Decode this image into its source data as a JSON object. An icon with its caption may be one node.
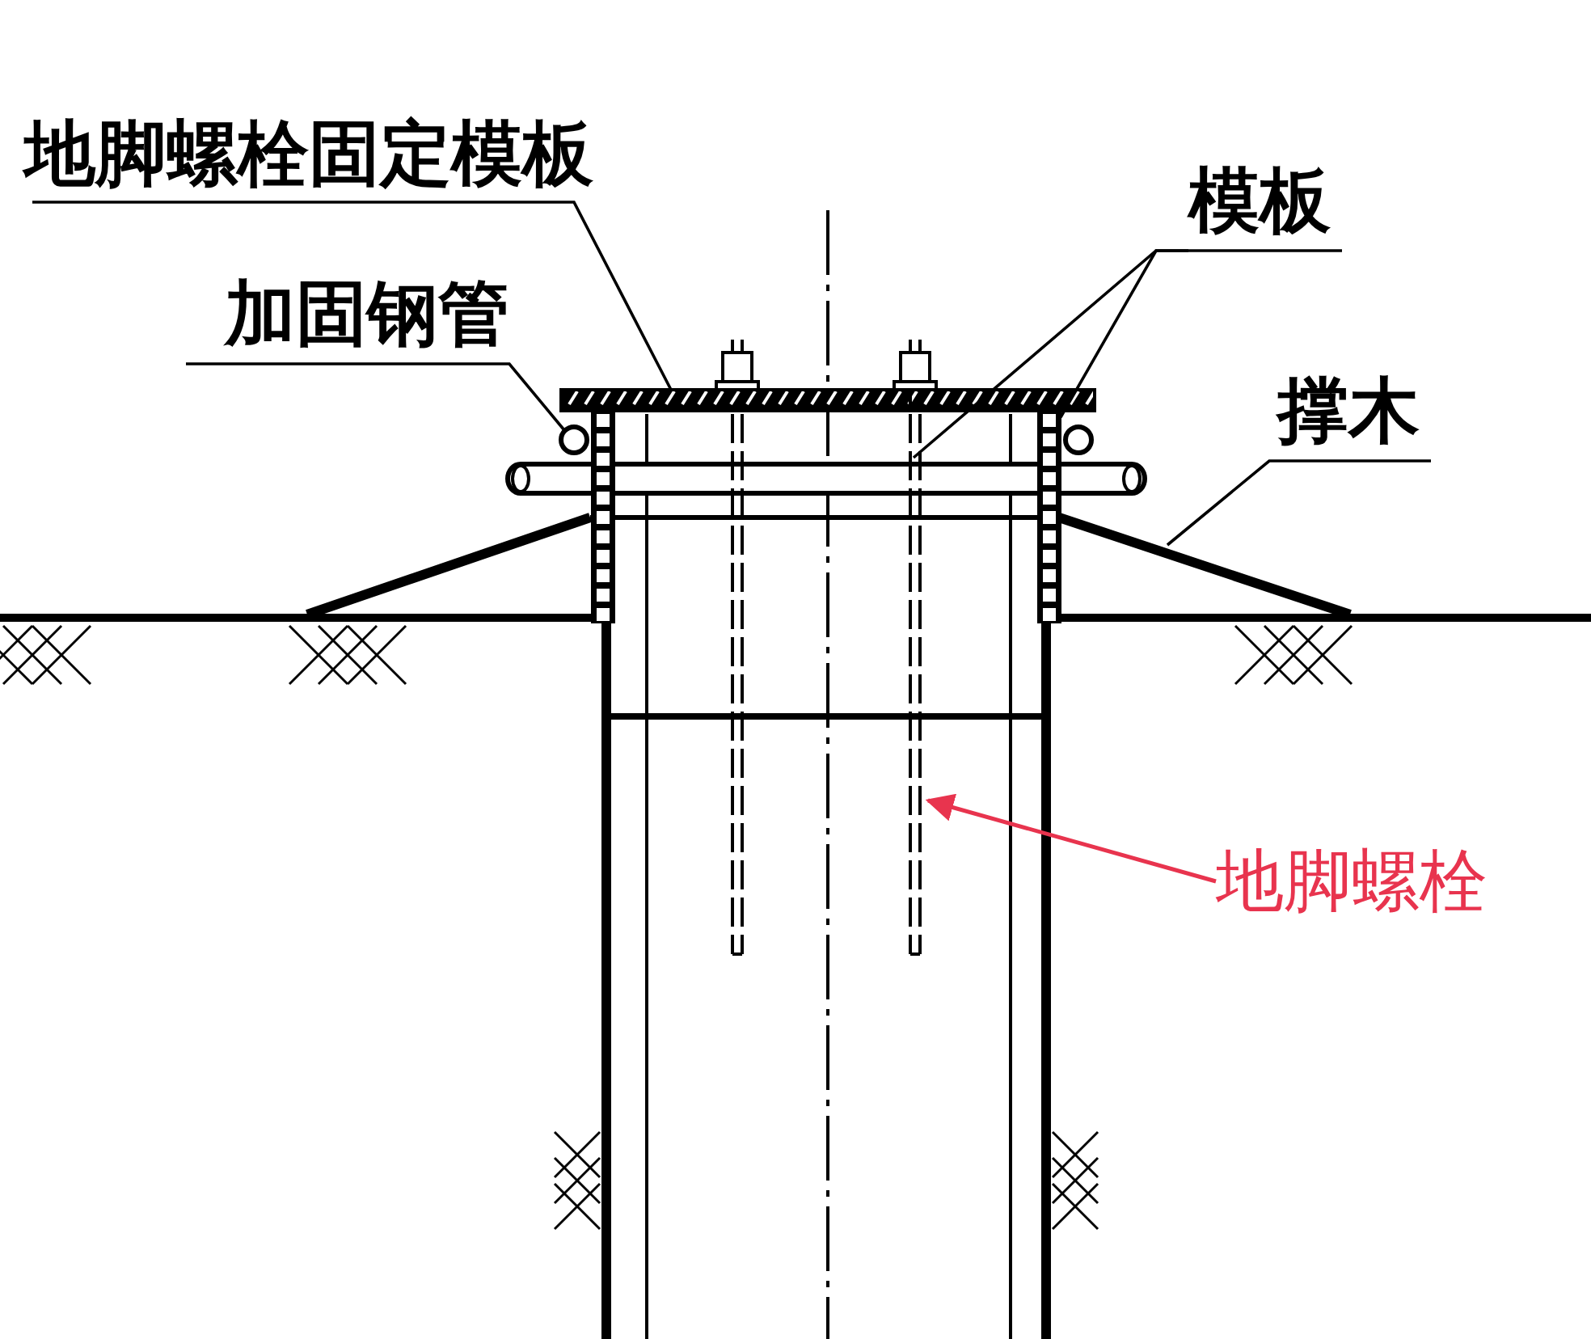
{
  "diagram": {
    "nodes": [
      {
        "text": [
          "地脚螺栓固定模板"
        ]
      },
      {
        "text": [],
        "shape": "bar"
      },
      {
        "text": [
          "模板"
        ]
      },
      {
        "text": [],
        "shape": "bar"
      },
      {
        "text": [
          "加固钢管"
        ]
      },
      {
        "text": [],
        "shape": "circle"
      },
      {
        "text": [
          "撑木"
        ]
      },
      {
        "text": [],
        "shape": "bar"
      },
      {
        "text": [
          "地脚螺栓"
        ]
      },
      {
        "text": [],
        "shape": "bar"
      }
    ],
    "edges": [
      {
        "from": 0,
        "to": 1,
        "arrow": "none"
      },
      {
        "from": 2,
        "to": 9,
        "arrow": "none"
      },
      {
        "from": 2,
        "to": 3,
        "arrow": "none"
      },
      {
        "from": 4,
        "to": 5,
        "arrow": "none"
      },
      {
        "from": 6,
        "to": 7,
        "arrow": "none"
      },
      {
        "from": 8,
        "to": 9,
        "arrow": "to",
        "color": "#e8344e"
      }
    ]
  }
}
